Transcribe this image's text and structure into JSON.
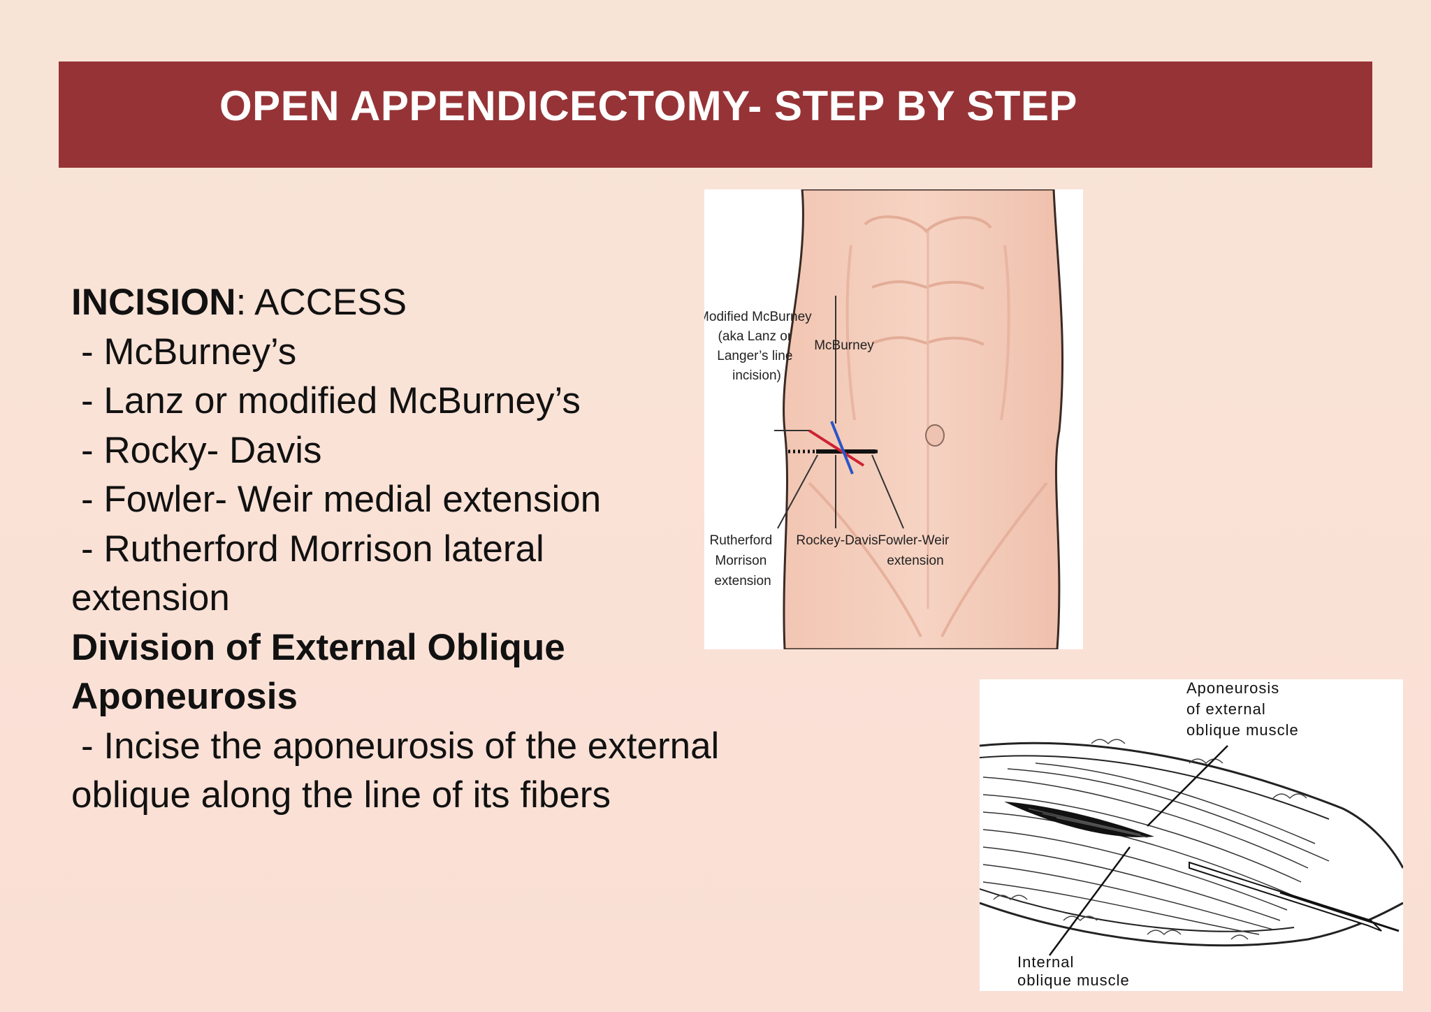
{
  "title": "OPEN APPENDICECTOMY- STEP BY STEP",
  "content": {
    "incision_heading": "INCISION",
    "incision_suffix": ": ACCESS",
    "incision_items": [
      "- McBurney’s",
      "- Lanz or modified McBurney’s",
      "- Rocky- Davis",
      "- Fowler- Weir medial extension",
      "- Rutherford Morrison lateral extension"
    ],
    "division_heading": "Division of External Oblique Aponeurosis",
    "division_item": "- Incise the aponeurosis of the external oblique along the line of its fibers"
  },
  "figure_incisions": {
    "label_modified_mcburney": [
      "Modified McBurney",
      "(aka Lanz or",
      "Langer’s line",
      "incision)"
    ],
    "label_mcburney": "McBurney",
    "label_rutherford": [
      "Rutherford",
      "Morrison",
      "extension"
    ],
    "label_rockey_davis": "Rockey-Davis",
    "label_fowler_weir": [
      "Fowler-Weir",
      "extension"
    ]
  },
  "figure_aponeurosis": {
    "label_aponeurosis": [
      "Aponeurosis",
      "of external",
      "oblique muscle"
    ],
    "label_internal": [
      "Internal",
      "oblique muscle"
    ]
  }
}
